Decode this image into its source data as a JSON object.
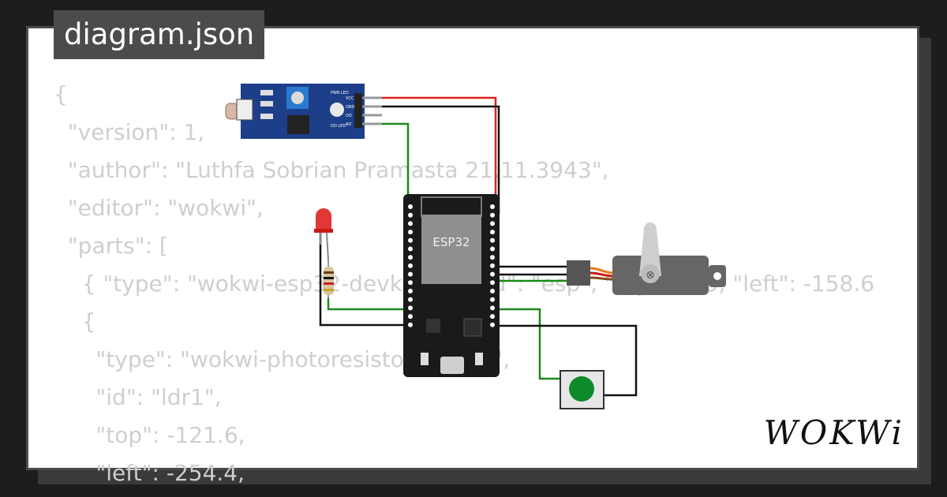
{
  "file_tab": {
    "label": "diagram.json"
  },
  "code_lines": [
    "{",
    "  \"version\": 1,",
    "  \"author\": \"Luthfa Sobrian Pramasta 21.11.3943\",",
    "  \"editor\": \"wokwi\",",
    "  \"parts\": [",
    "    { \"type\": \"wokwi-esp32-devkit-v1\", \"id\": \"esp\", \"top\": -1.9, \"left\": -158.6",
    "    {",
    "      \"type\": \"wokwi-photoresistor-sensor\",",
    "      \"id\": \"ldr1\",",
    "      \"top\": -121.6,",
    "      \"left\": -254.4,"
  ],
  "board": {
    "chip_label": "ESP32"
  },
  "ldr_module": {
    "pin_labels": [
      "VCC",
      "GND",
      "DO",
      "AO"
    ],
    "led_labels": [
      "PWR LED",
      "DO LED"
    ]
  },
  "brand": {
    "logo_text": "WOKWi"
  },
  "colors": {
    "background": "#1d1d1d",
    "card": "#ffffff",
    "tab": "#4b4b4b",
    "wire_red": "#e02020",
    "wire_black": "#111111",
    "wire_green": "#1a8a1a",
    "button_green": "#0d8a2a",
    "module_blue": "#1d3f8a"
  },
  "icons": [
    "esp32-board-icon",
    "servo-icon",
    "push-button-icon",
    "led-icon",
    "resistor-icon",
    "ldr-module-icon"
  ]
}
